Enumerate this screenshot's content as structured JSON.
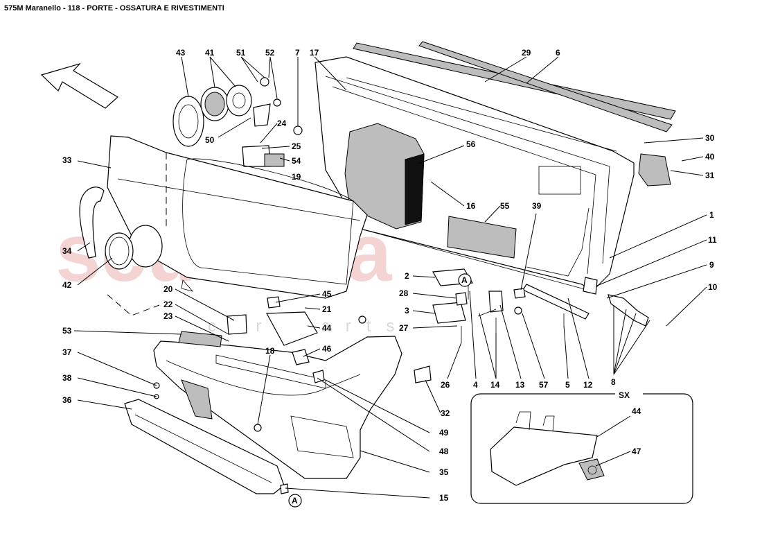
{
  "title": "575M Maranello - 118 - PORTE - OSSATURA E RIVESTIMENTI",
  "watermark": {
    "main": "scuderia",
    "sub": "car parts"
  },
  "inset_label": "SX",
  "detail_marker": "A",
  "callouts": [
    "43",
    "41",
    "51",
    "52",
    "7",
    "17",
    "29",
    "6",
    "30",
    "40",
    "31",
    "33",
    "24",
    "25",
    "54",
    "19",
    "50",
    "56",
    "16",
    "55",
    "39",
    "1",
    "11",
    "9",
    "10",
    "34",
    "42",
    "20",
    "45",
    "21",
    "22",
    "23",
    "44",
    "53",
    "46",
    "2",
    "28",
    "3",
    "27",
    "26",
    "4",
    "14",
    "13",
    "57",
    "5",
    "12",
    "8",
    "37",
    "18",
    "38",
    "36",
    "49",
    "48",
    "35",
    "15",
    "32",
    "47"
  ]
}
